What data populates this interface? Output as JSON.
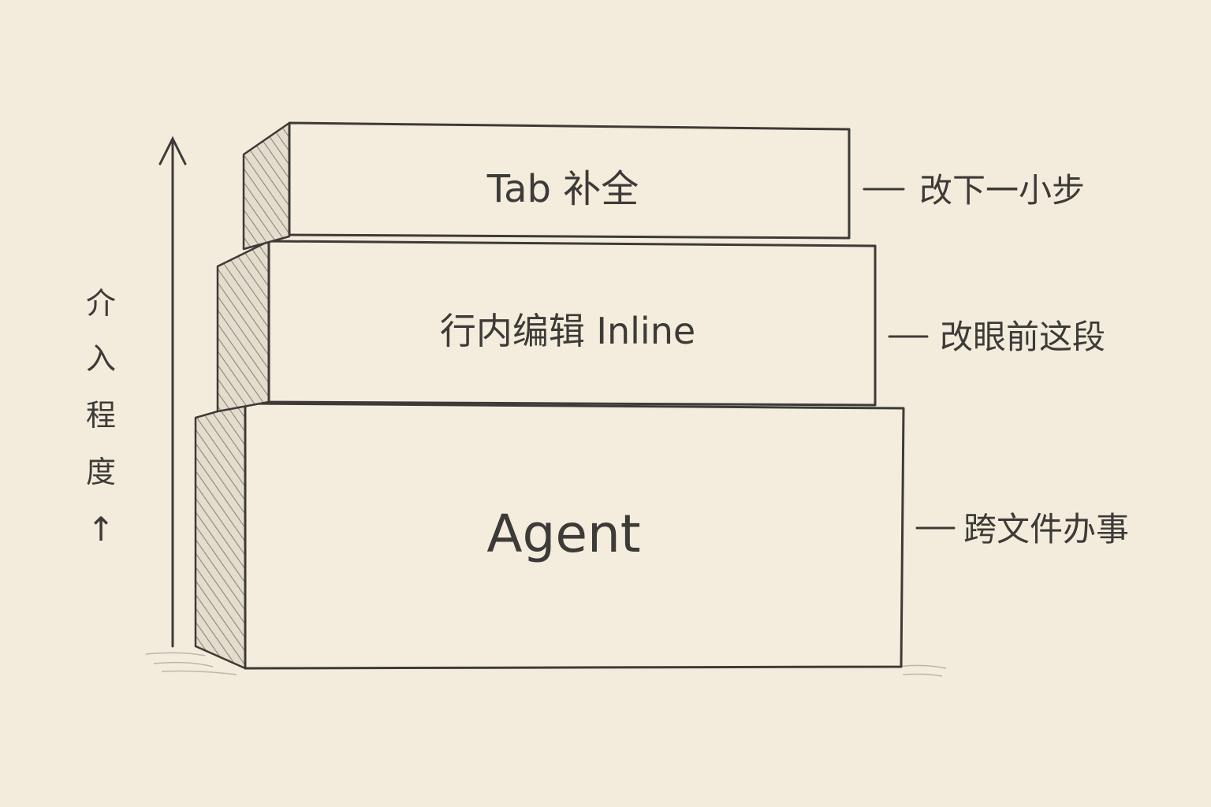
{
  "axis": {
    "label_chars": [
      "介",
      "入",
      "程",
      "度"
    ],
    "small_arrow": "↑"
  },
  "layers": [
    {
      "title": "Tab 补全",
      "note": "改下一小步"
    },
    {
      "title": "行内编辑 Inline",
      "note": "改眼前这段"
    },
    {
      "title": "Agent",
      "note": "跨文件办事"
    }
  ],
  "colors": {
    "paper": "#f3ecdc",
    "pencil": "#3c3b38",
    "hatch": "#8a8680"
  }
}
